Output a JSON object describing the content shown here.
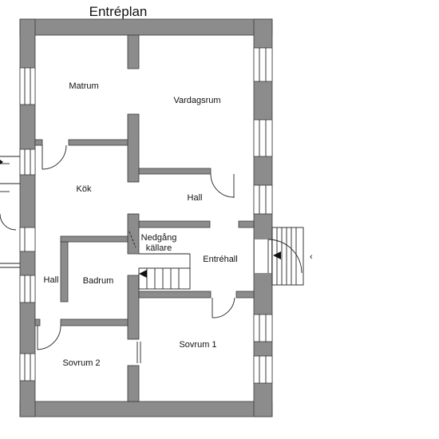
{
  "title": "Entréplan",
  "rooms": {
    "matrum": "Matrum",
    "vardagsrum": "Vardagsrum",
    "kok": "Kök",
    "hall_upper": "Hall",
    "nedgang_line1": "Nedgång",
    "nedgang_line2": "källare",
    "entrehall": "Entréhall",
    "hall_left": "Hall",
    "badrum": "Badrum",
    "sovrum1": "Sovrum 1",
    "sovrum2": "Sovrum 2"
  },
  "colors": {
    "wall": "#8c8c8c",
    "outline": "#3a3a3a",
    "background": "#ffffff"
  }
}
